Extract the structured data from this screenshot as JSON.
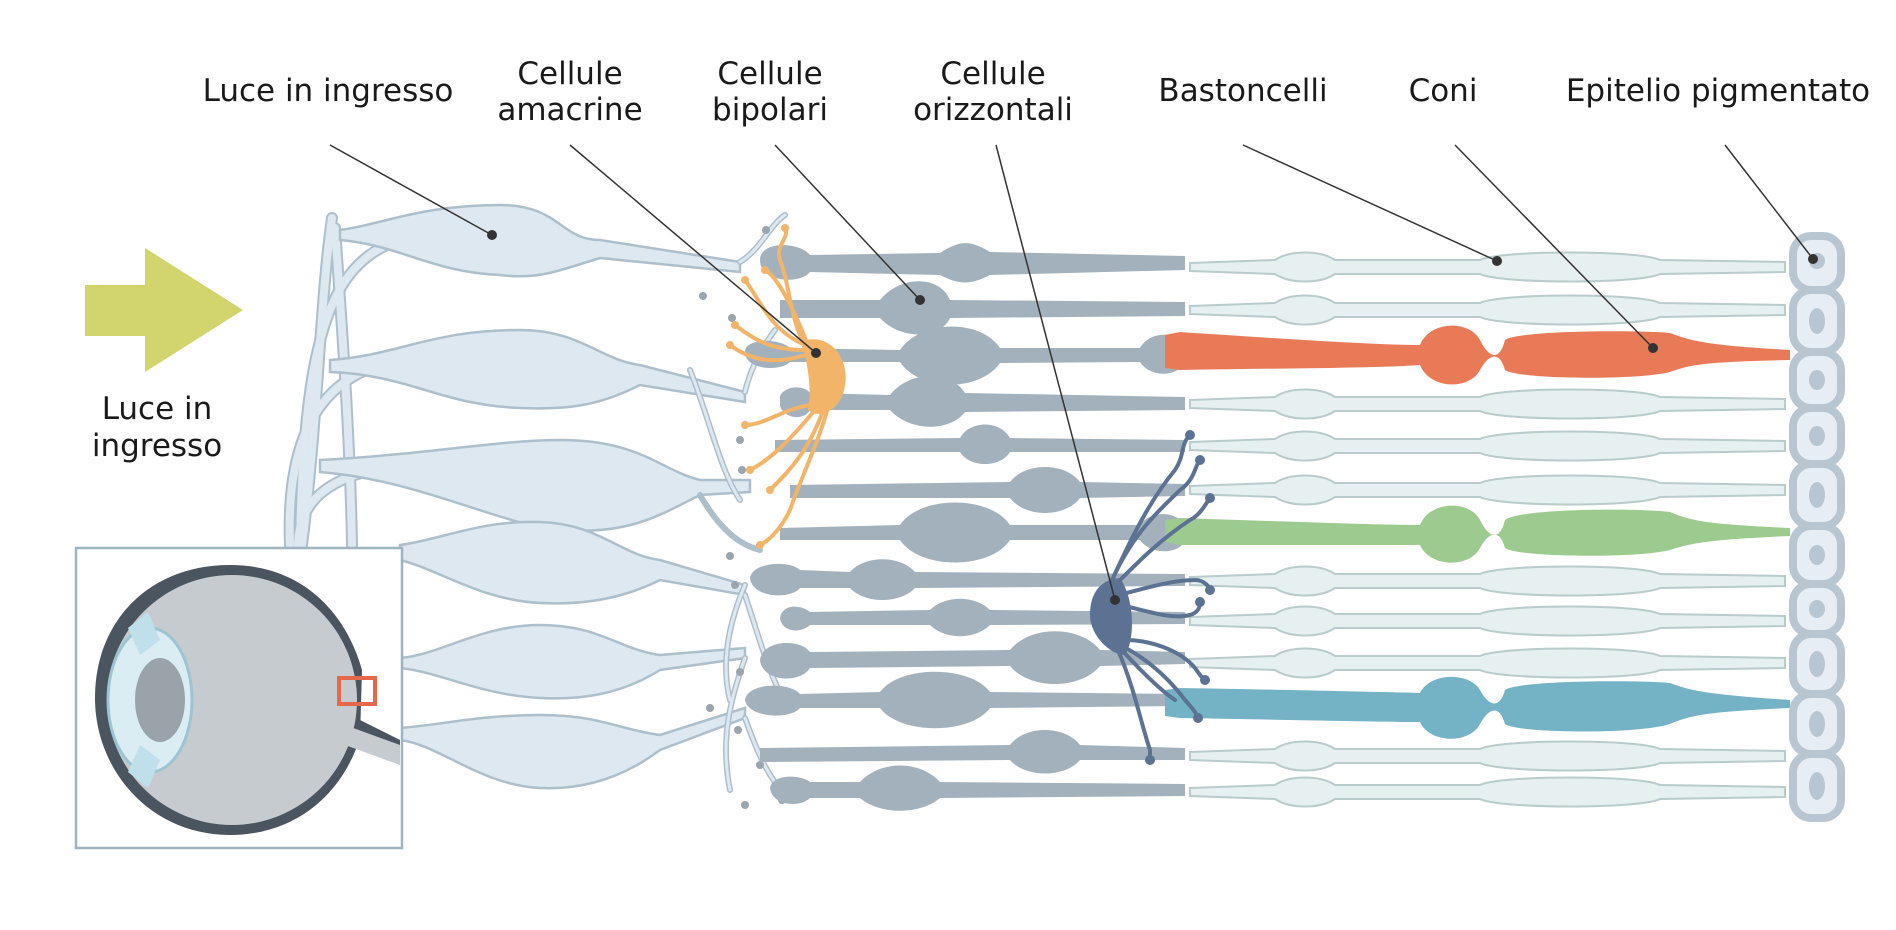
{
  "diagram": {
    "labels": {
      "incoming_light_top": "Luce in ingresso",
      "amacrine_line1": "Cellule",
      "amacrine_line2": "amacrine",
      "bipolar_line1": "Cellule",
      "bipolar_line2": "bipolari",
      "horizontal_line1": "Cellule",
      "horizontal_line2": "orizzontali",
      "rods": "Bastoncelli",
      "cones": "Coni",
      "pigment_epithelium": "Epitelio pigmentato",
      "incoming_light_line1": "Luce in",
      "incoming_light_line2": "ingresso"
    },
    "colors": {
      "arrow": "#d2d46e",
      "ganglion": "#dde8f0",
      "ganglion_outline": "#aebfcc",
      "bipolar": "#a3b1bd",
      "amacrine": "#f2b468",
      "horizontal": "#5b7293",
      "rod": "#e7f0f0",
      "rod_outline": "#b9cbcb",
      "cone_red": "#e87a58",
      "cone_green": "#9dcb8f",
      "cone_blue": "#74b3c5",
      "epithelium": "#e6eef3",
      "epithelium_outline": "#b7c6d1",
      "leader": "#333333",
      "highlight_box": "#e4694a"
    }
  }
}
